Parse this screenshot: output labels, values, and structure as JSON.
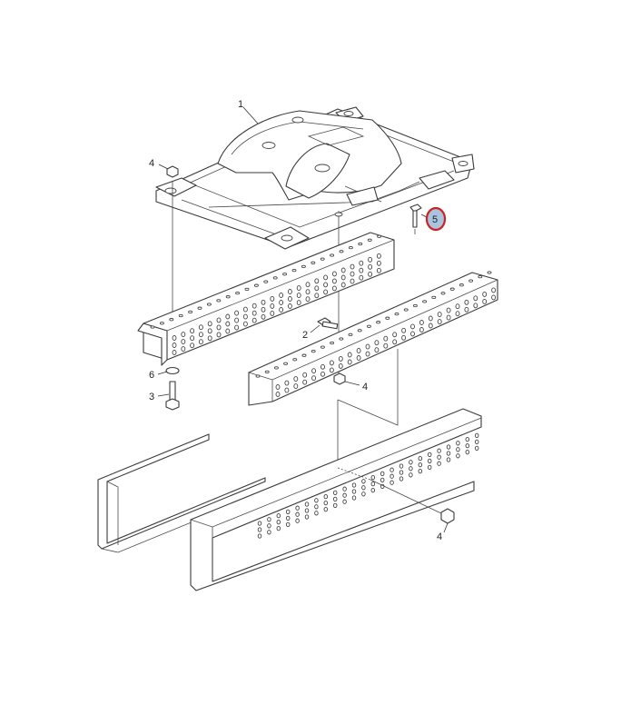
{
  "callouts": {
    "c1": "1",
    "c2": "2",
    "c3": "3",
    "c4a": "4",
    "c4b": "4",
    "c4c": "4",
    "c5": "5",
    "c6": "6"
  },
  "highlight": {
    "callout": "5",
    "ring_color": "#cc2222",
    "fill_color": "#aac4e0"
  }
}
